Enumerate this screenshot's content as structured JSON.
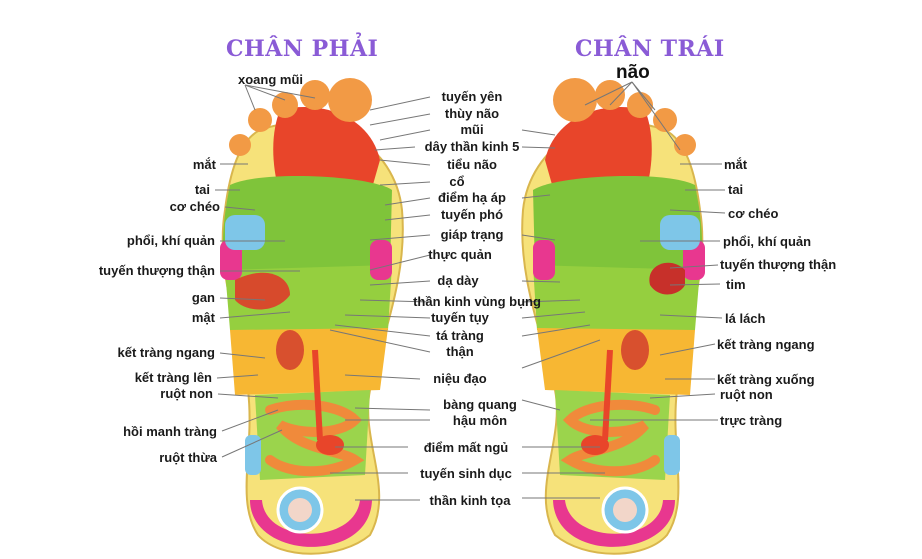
{
  "titles": {
    "right_foot": "Chân phải",
    "left_foot": "Chân trái"
  },
  "brain_label": "não",
  "left_side_labels": [
    "xoang mũi",
    "mắt",
    "tai",
    "cơ chéo",
    "phổi, khí quản",
    "tuyến thượng thận",
    "gan",
    "mật",
    "kết tràng ngang",
    "kết tràng lên",
    "ruột non",
    "hồi manh tràng",
    "ruột thừa"
  ],
  "center_labels": [
    "tuyến yên",
    "thùy não",
    "mũi",
    "dây thần kinh 5",
    "tiểu não",
    "cổ",
    "điểm hạ áp",
    "tuyến phó",
    "giáp trạng",
    "thực quản",
    "dạ dày",
    "thần kinh vùng bụng",
    "tuyến tụy",
    "tá tràng",
    "thận",
    "niệu đạo",
    "bàng quang",
    "hậu môn",
    "điểm mất ngủ",
    "tuyến sinh dục",
    "thần kinh tọa"
  ],
  "right_side_labels": [
    "mắt",
    "tai",
    "cơ chéo",
    "phổi, khí quản",
    "tuyến thượng thận",
    "tim",
    "lá lách",
    "kết tràng ngang",
    "kết tràng xuống",
    "ruột non",
    "trực tràng"
  ]
}
